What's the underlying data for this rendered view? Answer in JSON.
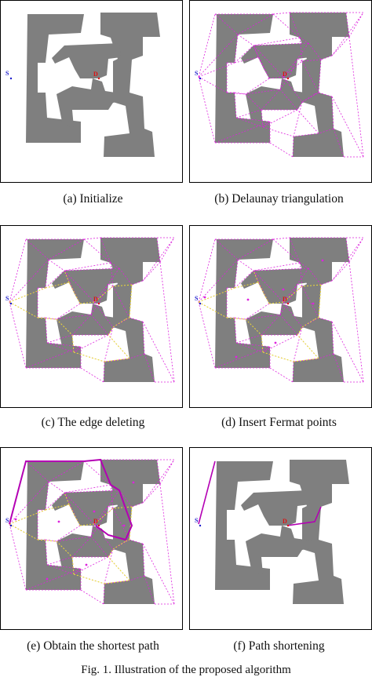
{
  "colors": {
    "obstacle": "#7f7f7f",
    "delaunay_edge": "#dd22dd",
    "deleted_edge": "#e6e62a",
    "path": "#b400b4",
    "start_marker": "#1a1acc",
    "goal_marker": "#dd1111",
    "panel_border": "#000000"
  },
  "markers": {
    "start": "S",
    "goal": "D"
  },
  "panels": [
    {
      "id": "a",
      "caption": "(a)  Initialize",
      "layers": {
        "triangulation": false,
        "deleted": false,
        "fermat": false,
        "path": "none"
      }
    },
    {
      "id": "b",
      "caption": "(b)  Delaunay triangulation",
      "layers": {
        "triangulation": true,
        "deleted": false,
        "fermat": false,
        "path": "none"
      }
    },
    {
      "id": "c",
      "caption": "(c)  The edge deleting",
      "layers": {
        "triangulation": true,
        "deleted": true,
        "fermat": false,
        "path": "none"
      }
    },
    {
      "id": "d",
      "caption": "(d)  Insert Fermat points",
      "layers": {
        "triangulation": true,
        "deleted": true,
        "fermat": true,
        "path": "none"
      }
    },
    {
      "id": "e",
      "caption": "(e)  Obtain the shortest path",
      "layers": {
        "triangulation": true,
        "deleted": true,
        "fermat": true,
        "path": "full"
      }
    },
    {
      "id": "f",
      "caption": "(f)  Path shortening",
      "layers": {
        "triangulation": false,
        "deleted": false,
        "fermat": false,
        "path": "short"
      }
    }
  ],
  "figure_caption": "Fig. 1.    Illustration of the proposed algorithm"
}
